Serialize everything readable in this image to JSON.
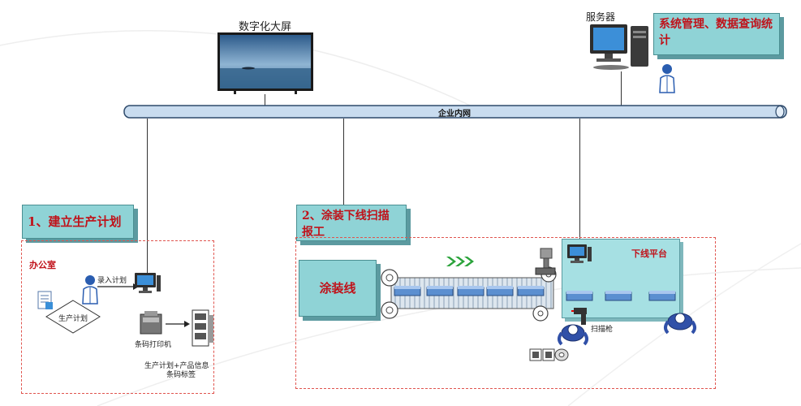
{
  "screen_label": "数字化大屏",
  "server_label": "服务器",
  "mgmt_box": "系统管理、数据查询统计",
  "network_label": "企业内网",
  "step1": {
    "title": "1、建立生产计划",
    "office": "办公室",
    "enter_plan": "录入计划",
    "plan_doc": "生产计划",
    "printer": "条码打印机",
    "label_line1": "生产计划+产品信息",
    "label_line2": "条码标签"
  },
  "step2": {
    "title_line1": "2、涂装下线扫描",
    "title_line2": "报工",
    "coating_line": "涂装线",
    "offline_platform": "下线平台",
    "scanner": "扫描枪"
  },
  "colors": {
    "teal": "#8fd3d6",
    "red": "#c0121a",
    "dash": "#e0554f",
    "pipe": "#c9dcef"
  }
}
